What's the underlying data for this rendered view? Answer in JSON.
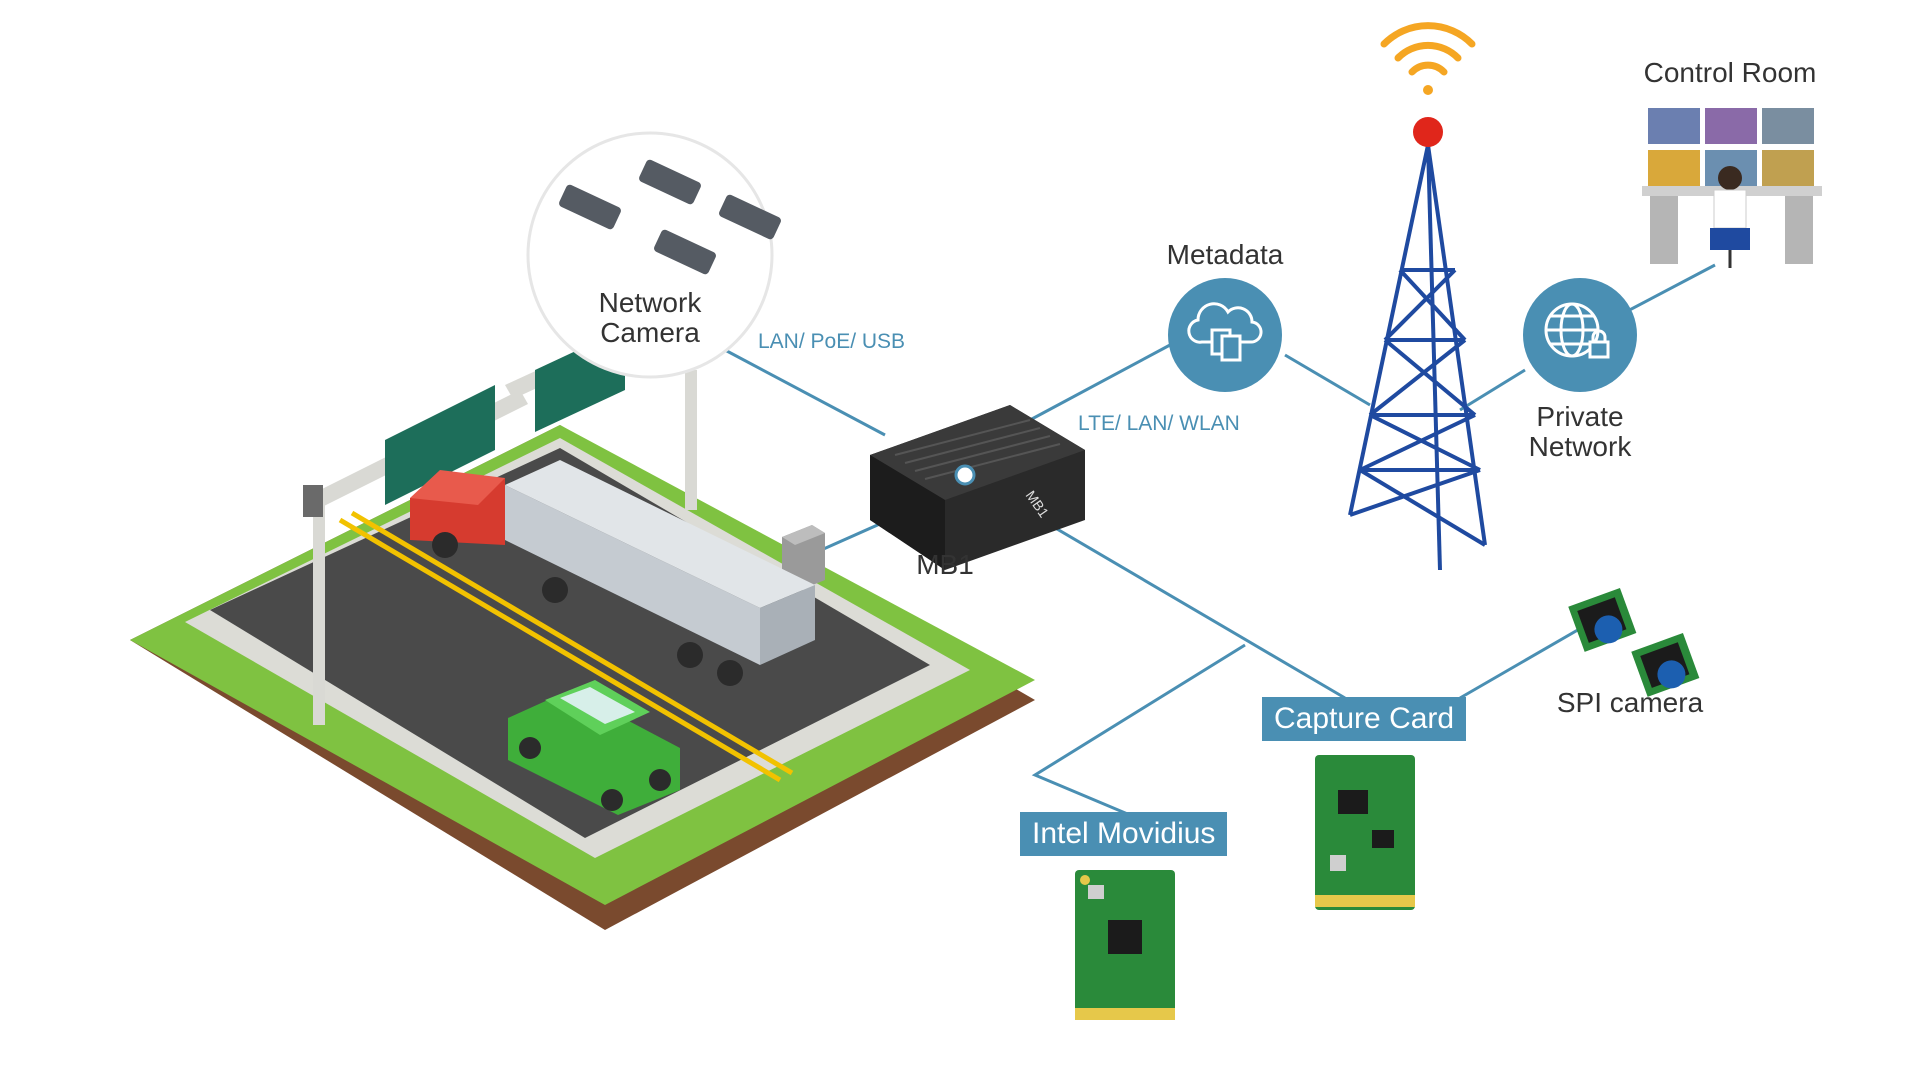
{
  "labels": {
    "network_camera_line1": "Network",
    "network_camera_line2": "Camera",
    "lan_poe_usb": "LAN/ PoE/ USB",
    "lte_lan_wlan": "LTE/ LAN/ WLAN",
    "metadata": "Metadata",
    "control_room": "Control Room",
    "private_network_line1": "Private",
    "private_network_line2": "Network",
    "mb1_panel": "MB1",
    "mb1": "MB1",
    "capture_card": "Capture Card",
    "spi_camera": "SPI camera",
    "intel_movidius": "Intel Movidius"
  },
  "colors": {
    "accent": "#4a8fb3",
    "tower": "#1f4aa0",
    "signal": "#f5a623",
    "grass": "#7fc241",
    "road": "#4a4a4a",
    "soil": "#7a4a2e",
    "sign": "#1d6e5a",
    "pcb": "#2a8a3a",
    "text": "#333333"
  },
  "icons": [
    "cctv-camera-icon",
    "cloud-document-icon",
    "globe-lock-icon",
    "wifi-signal-icon"
  ]
}
